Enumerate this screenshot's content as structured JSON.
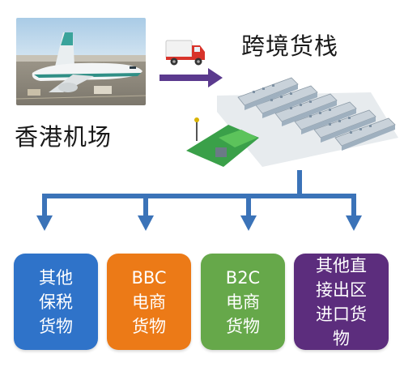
{
  "labels": {
    "airport": "香港机场",
    "warehouse": "跨境货栈"
  },
  "colors": {
    "tree_line": "#3b73b8",
    "main_arrow": "#5b3a8e",
    "truck_body": "#d8342b",
    "box_1": "#2f73c9",
    "box_2": "#ec7a17",
    "box_3": "#66a84a",
    "box_4": "#5c2d7d"
  },
  "icons": {
    "photo": "airport-airplane-photo",
    "truck": "delivery-truck-icon",
    "arrow": "right-arrow",
    "warehouse": "warehouse-building-illustration"
  },
  "categories": [
    {
      "lines": [
        "其他",
        "保税",
        "货物"
      ]
    },
    {
      "lines": [
        "BBC",
        "电商",
        "货物"
      ]
    },
    {
      "lines": [
        "B2C",
        "电商",
        "货物"
      ]
    },
    {
      "lines": [
        "其他直",
        "接出区",
        "进口货",
        "物"
      ]
    }
  ]
}
